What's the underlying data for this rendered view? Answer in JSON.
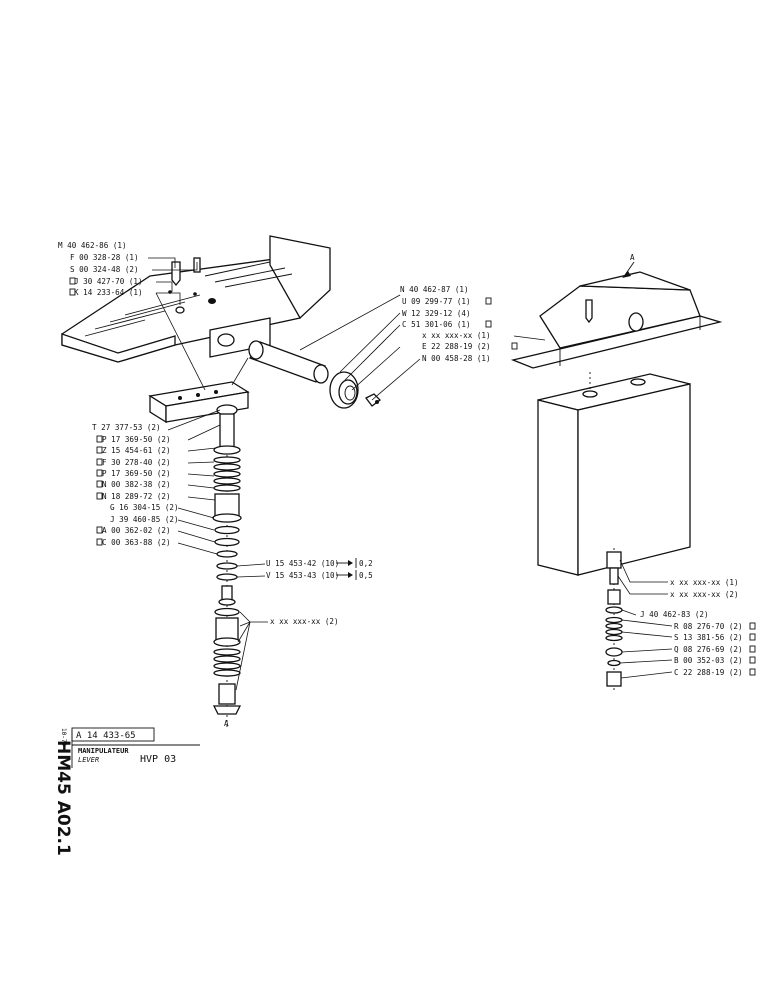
{
  "title_block": {
    "side_code": "HM45 A02.1",
    "date": "10-79",
    "ref": "A 14 433-65",
    "name_fr": "MANIPULATEUR",
    "name_en": "LEVER",
    "model": "HVP 03"
  },
  "labels_pedal": {
    "m": "M 40 462-86 (1)",
    "f": "F 00 328-28 (1)",
    "s": "S 00 324-48 (2)",
    "j": "J 30 427-70 (1)",
    "k": "K 14 233-64 (1)"
  },
  "labels_shaft": {
    "n1": "N 40 462-87 (1)",
    "u": "U 09 299-77 (1)",
    "w": "W 12 329-12 (4)",
    "c": "C 51 301-06 (1)",
    "x": "x xx xxx-xx (1)",
    "e": "E 22 288-19 (2)",
    "n2": "N 00 458-28 (1)",
    "a_top": "A"
  },
  "labels_stack_left": {
    "t": "T 27 377-53 (2)",
    "p1": "P 17 369-50 (2)",
    "z": "Z 15 454-61 (2)",
    "f": "F 30 278-40 (2)",
    "p2": "P 17 369-50 (2)",
    "n1": "N 00 382-38 (2)",
    "n2": "N 18 289-72 (2)",
    "g": "G 16 304-15 (2)",
    "j": "J 39 460-85 (2)",
    "a": "A 00 362-02 (2)",
    "c": "C 00 363-88 (2)"
  },
  "labels_shims": {
    "u": "U 15 453-42 (10)",
    "u_val": "0,2",
    "v": "V 15 453-43 (10)",
    "v_val": "0,5",
    "xx": "x xx xxx-xx (2)",
    "a_bottom": "A"
  },
  "labels_stack_right": {
    "x1": "x xx xxx-xx (1)",
    "x2": "x xx xxx-xx (2)",
    "j": "J 40 462-83 (2)",
    "r": "R 08 276-70 (2)",
    "s": "S 13 381-56 (2)",
    "q": "Q 08 276-69 (2)",
    "b": "B 00 352-03 (2)",
    "c": "C 22 288-19 (2)"
  }
}
